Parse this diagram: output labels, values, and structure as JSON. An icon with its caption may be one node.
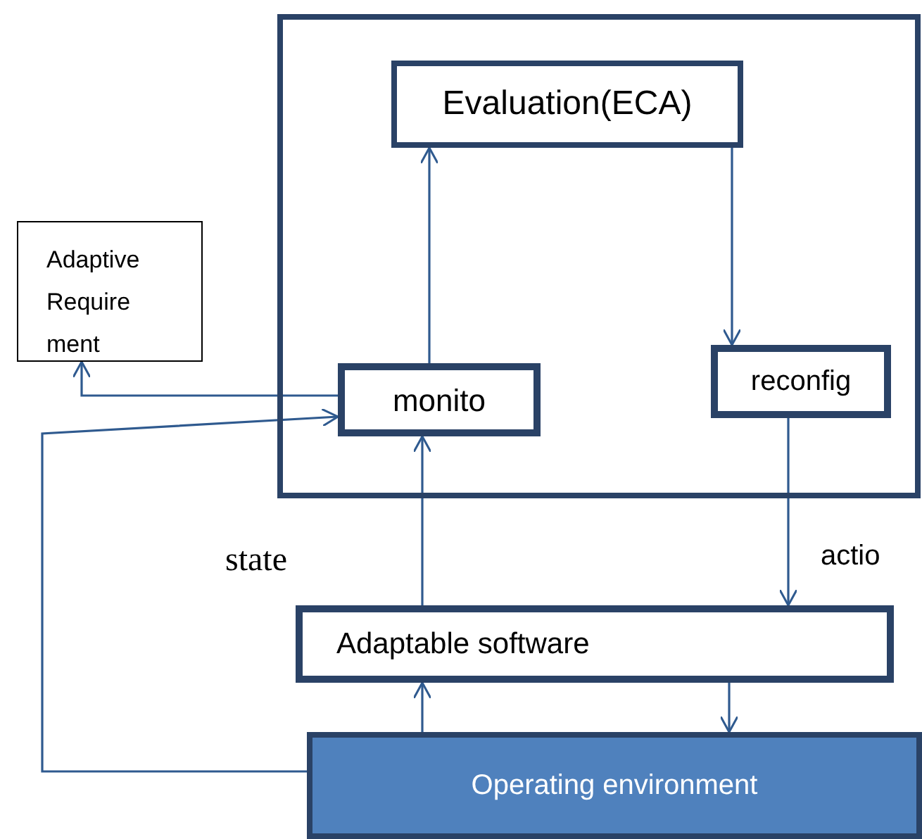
{
  "diagram": {
    "nodes": [
      {
        "text": [],
        "shape": "box"
      },
      {
        "text": [
          "Evaluation(ECA)"
        ],
        "in": 0
      },
      {
        "text": [
          "Adaptive Require ment"
        ]
      },
      {
        "text": [
          "monito"
        ],
        "in": 0
      },
      {
        "text": [
          "reconfig"
        ],
        "in": 0
      },
      {
        "text": [
          "Adaptable software"
        ]
      },
      {
        "text": [
          "Operating environment"
        ]
      }
    ],
    "edges": [
      {
        "from": 3,
        "to": 1,
        "arrow": "to"
      },
      {
        "from": 1,
        "to": 4,
        "arrow": "to"
      },
      {
        "from": 3,
        "to": 2,
        "arrow": "to"
      },
      {
        "from": 6,
        "to": 3,
        "arrow": "to"
      },
      {
        "from": 5,
        "to": 3,
        "arrow": "to"
      },
      {
        "from": 4,
        "to": 5,
        "arrow": "to"
      },
      {
        "from": 6,
        "to": 5,
        "arrow": "to"
      },
      {
        "from": 5,
        "to": 6,
        "arrow": "to"
      }
    ],
    "labels": [
      "state",
      "actio"
    ]
  }
}
